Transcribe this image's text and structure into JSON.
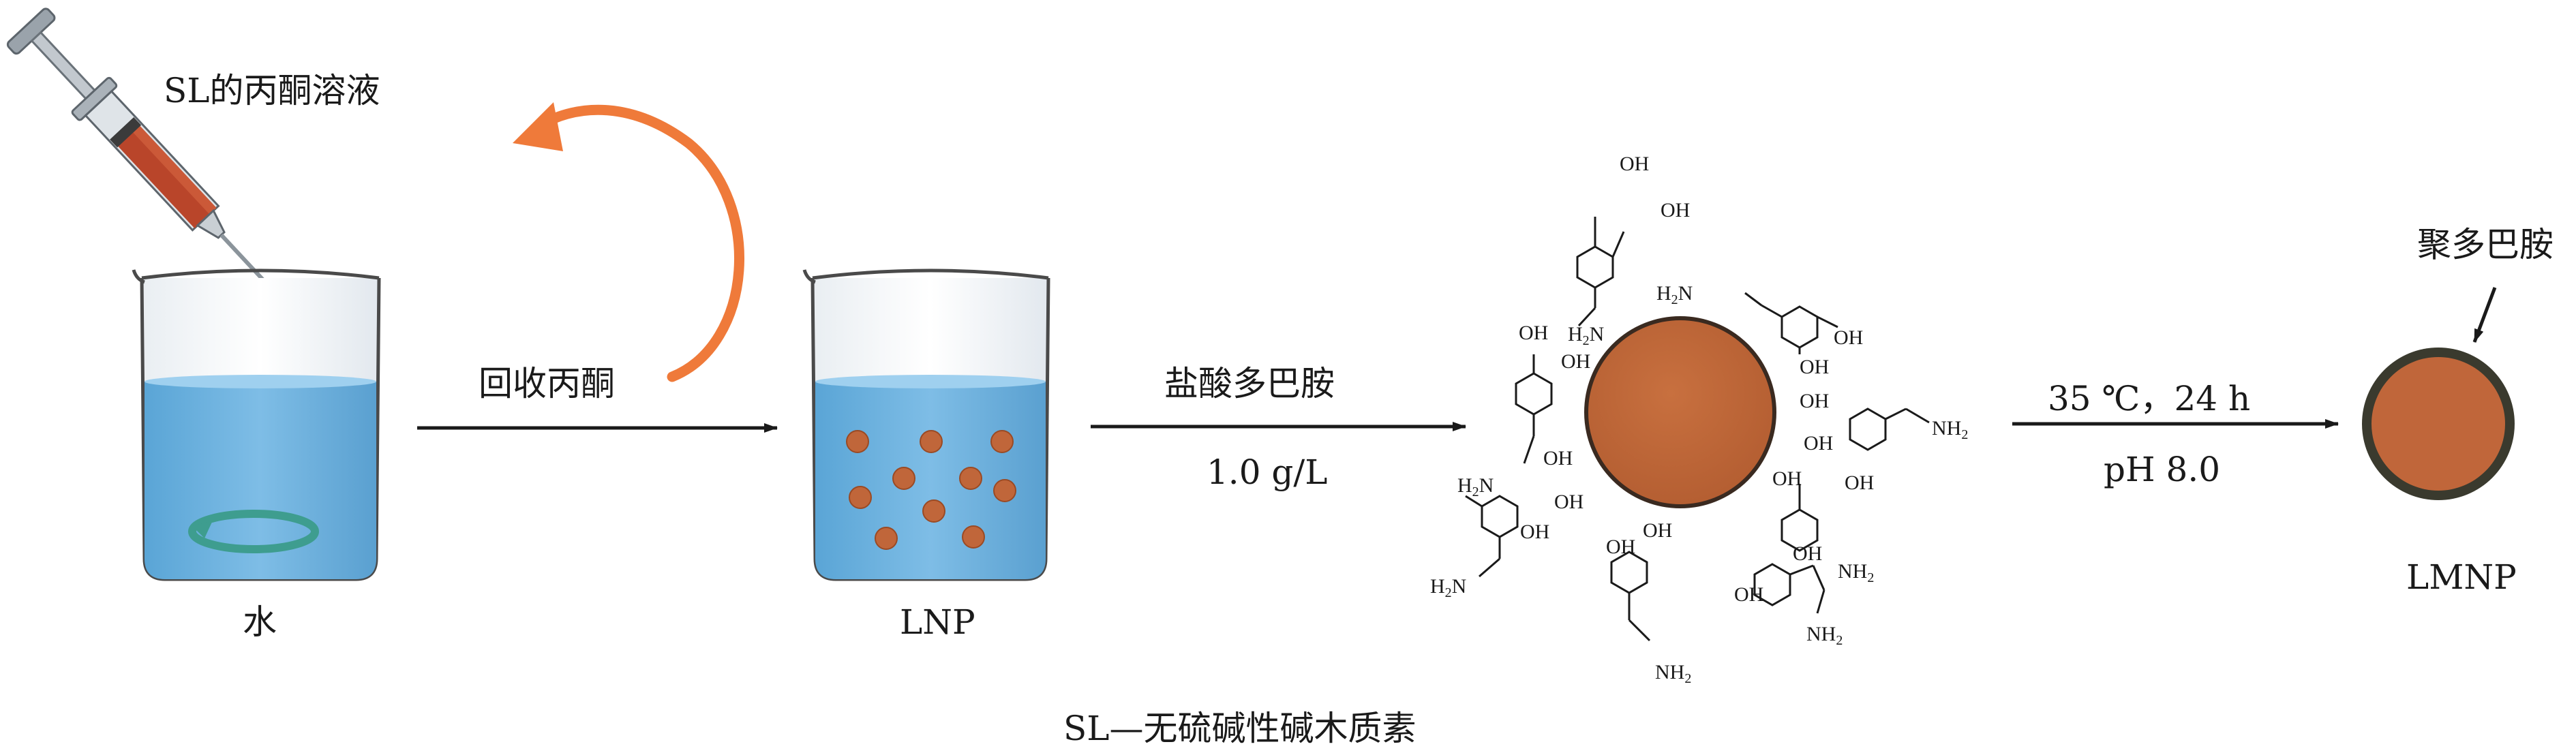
{
  "labels": {
    "sl_solution": "SL的丙酮溶液",
    "water": "水",
    "recover_acetone": "回收丙酮",
    "lnp": "LNP",
    "dopamine_hcl": "盐酸多巴胺",
    "concentration": "1.0 g/L",
    "reaction_conditions": "35 ℃，24 h",
    "ph": "pH 8.0",
    "polydopamine": "聚多巴胺",
    "lmnp": "LMNP",
    "footnote": "SL—无硫碱性碱木质素"
  },
  "molecule": {
    "oh": "OH",
    "h2n": "H2N",
    "nh2": "NH2"
  },
  "colors": {
    "water_blue": "#6fb2de",
    "particle": "#c0663a",
    "particle_dark": "#a9512a",
    "arrow_orange": "#ef7a3a",
    "stir_green": "#4aa59a",
    "shell_dark": "#3a3a2e"
  }
}
